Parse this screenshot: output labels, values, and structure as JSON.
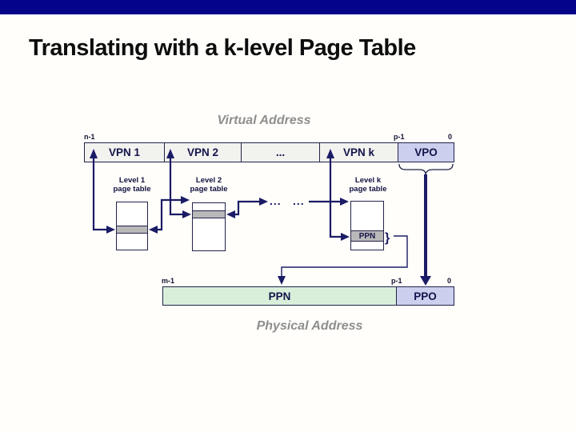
{
  "slide_title": "Translating with a k-level Page Table",
  "virtual_address": {
    "heading": "Virtual Address",
    "bits_high": "n-1",
    "bits_p": "p-1",
    "bits_zero": "0",
    "segments": [
      {
        "label": "VPN 1"
      },
      {
        "label": "VPN 2"
      },
      {
        "label": "..."
      },
      {
        "label": "VPN k"
      },
      {
        "label": "VPO"
      }
    ]
  },
  "page_tables": [
    {
      "name_line1": "Level 1",
      "name_line2": "page table",
      "entry_label": ""
    },
    {
      "name_line1": "Level 2",
      "name_line2": "page table",
      "entry_label": ""
    },
    {
      "name_line1": "Level k",
      "name_line2": "page table",
      "entry_label": "PPN"
    }
  ],
  "ellipsis": "...",
  "brace_glyph": "}",
  "physical_address": {
    "heading": "Physical Address",
    "bits_high": "m-1",
    "bits_p": "p-1",
    "bits_zero": "0",
    "segments": [
      {
        "label": "PPN"
      },
      {
        "label": "PPO"
      }
    ]
  },
  "colors": {
    "banner_blue": "#04048b",
    "arrow_navy": "#1b1b66",
    "segment_fill": "#f2f2ef",
    "vpo_ppo_fill": "#ccd0ee",
    "ppn_fill": "#d9efd9",
    "entry_gray": "#b9b9b9",
    "label_navy": "#14144a",
    "heading_gray": "#8e8e8e",
    "background": "#fffefa"
  }
}
